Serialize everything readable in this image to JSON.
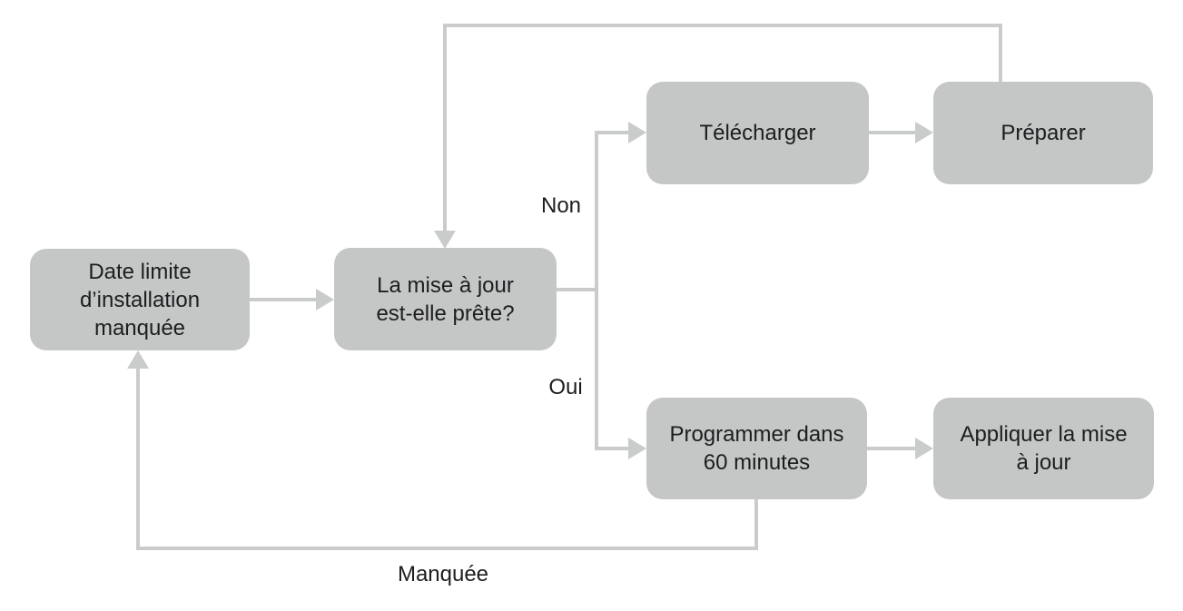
{
  "diagram": {
    "type": "flowchart",
    "background": "#ffffff",
    "colors": {
      "node_fill": "#c5c7c7",
      "connector": "#cacccc",
      "text": "#1d1d1f"
    },
    "nodes": [
      {
        "id": "deadline-missed",
        "label": "Date limite\nd’installation\nmanquée"
      },
      {
        "id": "update-ready-question",
        "label": "La mise à jour\nest-elle prête?"
      },
      {
        "id": "download",
        "label": "Télécharger"
      },
      {
        "id": "prepare",
        "label": "Préparer"
      },
      {
        "id": "schedule-60-minutes",
        "label": "Programmer dans\n60 minutes"
      },
      {
        "id": "apply-update",
        "label": "Appliquer la mise\nà jour"
      }
    ],
    "edge_labels": {
      "non": "Non",
      "oui": "Oui",
      "manquee": "Manquée"
    }
  }
}
